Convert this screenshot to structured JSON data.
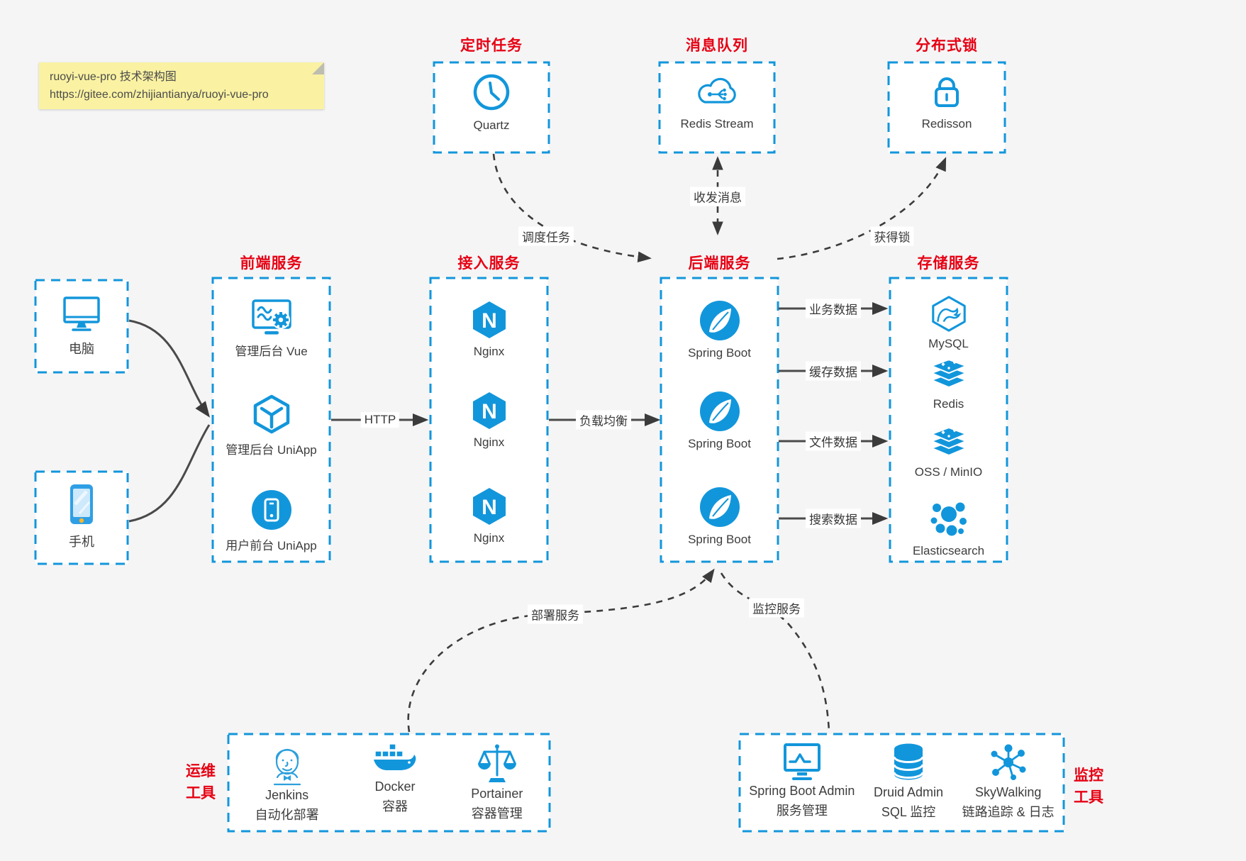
{
  "note": {
    "line1": "ruoyi-vue-pro 技术架构图",
    "line2": "https://gitee.com/zhijiantianya/ruoyi-vue-pro"
  },
  "colors": {
    "accent_blue": "#1296db",
    "title_red": "#e60113",
    "arrow_dark": "#3b3b3b",
    "note_yellow": "#faf2a2",
    "background": "#f5f5f6",
    "box_background": "#ffffff"
  },
  "top_groups": [
    {
      "title": "定时任务",
      "icon": "clock-icon",
      "label": "Quartz"
    },
    {
      "title": "消息队列",
      "icon": "cloud-stream-icon",
      "label": "Redis Stream"
    },
    {
      "title": "分布式锁",
      "icon": "lock-icon",
      "label": "Redisson"
    }
  ],
  "clients": [
    {
      "icon": "desktop-icon",
      "label": "电脑"
    },
    {
      "icon": "smartphone-icon",
      "label": "手机"
    }
  ],
  "columns": [
    {
      "title": "前端服务",
      "items": [
        {
          "icon": "admin-vue-icon",
          "label": "管理后台 Vue"
        },
        {
          "icon": "uniapp-cube-icon",
          "label": "管理后台 UniApp"
        },
        {
          "icon": "user-app-icon",
          "label": "用户前台 UniApp"
        }
      ]
    },
    {
      "title": "接入服务",
      "items": [
        {
          "icon": "nginx-icon",
          "label": "Nginx"
        },
        {
          "icon": "nginx-icon",
          "label": "Nginx"
        },
        {
          "icon": "nginx-icon",
          "label": "Nginx"
        }
      ]
    },
    {
      "title": "后端服务",
      "items": [
        {
          "icon": "spring-boot-icon",
          "label": "Spring Boot"
        },
        {
          "icon": "spring-boot-icon",
          "label": "Spring Boot"
        },
        {
          "icon": "spring-boot-icon",
          "label": "Spring Boot"
        }
      ]
    },
    {
      "title": "存储服务",
      "items": [
        {
          "icon": "mysql-icon",
          "label": "MySQL"
        },
        {
          "icon": "redis-stack-icon",
          "label": "Redis"
        },
        {
          "icon": "oss-stack-icon",
          "label": "OSS / MinIO"
        },
        {
          "icon": "elasticsearch-icon",
          "label": "Elasticsearch"
        }
      ]
    }
  ],
  "edges": {
    "schedule": "调度任务",
    "message": "收发消息",
    "lock": "获得锁",
    "http": "HTTP",
    "load_balance": "负载均衡",
    "business_data": "业务数据",
    "cache_data": "缓存数据",
    "file_data": "文件数据",
    "search_data": "搜索数据",
    "deploy": "部署服务",
    "monitor": "监控服务"
  },
  "ops_tools": {
    "side_label_line1": "运维",
    "side_label_line2": "工具",
    "items": [
      {
        "icon": "jenkins-icon",
        "label": "Jenkins",
        "sublabel": "自动化部署"
      },
      {
        "icon": "docker-icon",
        "label": "Docker",
        "sublabel": "容器"
      },
      {
        "icon": "portainer-icon",
        "label": "Portainer",
        "sublabel": "容器管理"
      }
    ]
  },
  "monitor_tools": {
    "side_label_line1": "监控",
    "side_label_line2": "工具",
    "items": [
      {
        "icon": "springboot-admin-icon",
        "label": "Spring Boot Admin",
        "sublabel": "服务管理"
      },
      {
        "icon": "druid-icon",
        "label": "Druid Admin",
        "sublabel": "SQL 监控"
      },
      {
        "icon": "skywalking-icon",
        "label": "SkyWalking",
        "sublabel": "链路追踪 & 日志"
      }
    ]
  }
}
